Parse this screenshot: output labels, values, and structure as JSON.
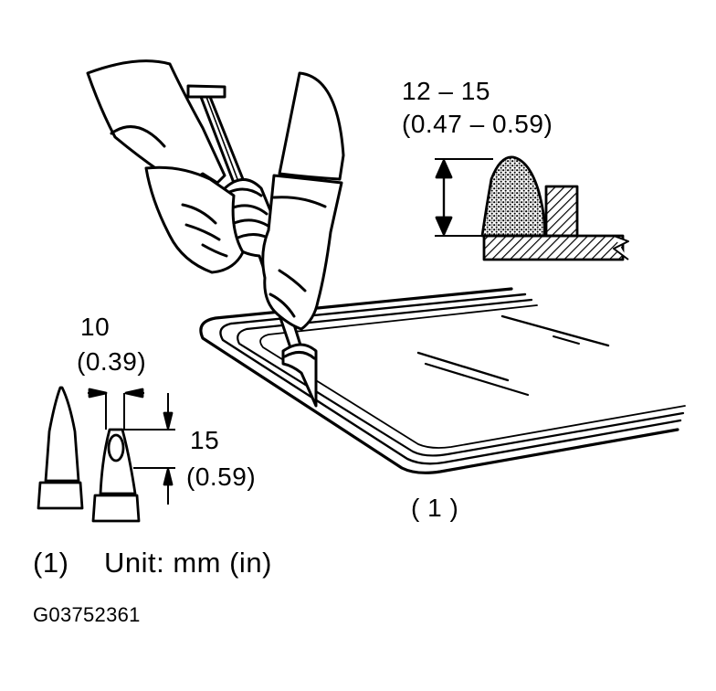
{
  "bead_height": {
    "range": "12 – 15",
    "range_in": "(0.47 – 0.59)"
  },
  "nozzle_width": {
    "value": "10",
    "value_in": "(0.39)"
  },
  "nozzle_height": {
    "value": "15",
    "value_in": "(0.59)"
  },
  "callout": "( 1 )",
  "legend": {
    "number": "(1)",
    "text": "Unit: mm (in)"
  },
  "figure_id": "G03752361",
  "colors": {
    "ink": "#000000",
    "paper": "#ffffff"
  },
  "icons": [
    "caulking-gun-icon",
    "nozzle-icon",
    "windshield-glass-icon",
    "adhesive-bead-icon"
  ]
}
